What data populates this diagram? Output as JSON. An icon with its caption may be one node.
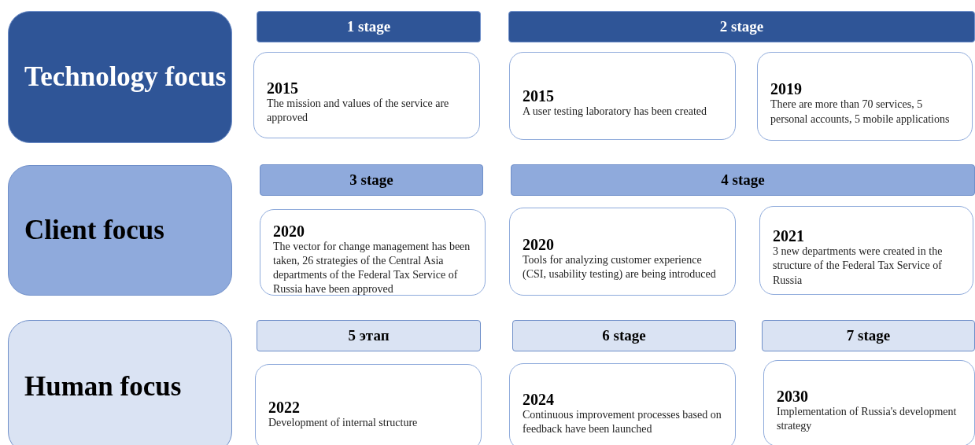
{
  "diagram": {
    "nodes": [
      {
        "text": [
          "Technology focus"
        ]
      },
      {
        "text": [
          "1 stage"
        ]
      },
      {
        "text": [
          "2 stage"
        ]
      },
      {
        "text": [
          "2015",
          "The mission and values of the service are approved"
        ]
      },
      {
        "text": [
          "2015",
          "A user testing laboratory has been created"
        ]
      },
      {
        "text": [
          "2019",
          "There are more than 70 services, 5 personal accounts, 5 mobile applications"
        ]
      },
      {
        "text": [
          "Client focus"
        ]
      },
      {
        "text": [
          "3 stage"
        ]
      },
      {
        "text": [
          "4 stage"
        ]
      },
      {
        "text": [
          "2020",
          "The vector for change management has been taken, 26 strategies of the Central Asia departments of the Federal Tax Service of Russia have been approved"
        ]
      },
      {
        "text": [
          "2020",
          "Tools for analyzing customer experience (CSI, usability testing) are being introduced"
        ]
      },
      {
        "text": [
          "2021",
          "3 new departments were created in the structure of the Federal Tax Service of Russia"
        ]
      },
      {
        "text": [
          "Human focus"
        ]
      },
      {
        "text": [
          "5 этап"
        ]
      },
      {
        "text": [
          "6 stage"
        ]
      },
      {
        "text": [
          "7 stage"
        ]
      },
      {
        "text": [
          "2022",
          "Development of internal structure"
        ]
      },
      {
        "text": [
          "2024",
          "Continuous improvement processes based on feedback have been launched"
        ]
      },
      {
        "text": [
          "2030",
          "Implementation of Russia's development strategy"
        ]
      }
    ],
    "edges": []
  }
}
